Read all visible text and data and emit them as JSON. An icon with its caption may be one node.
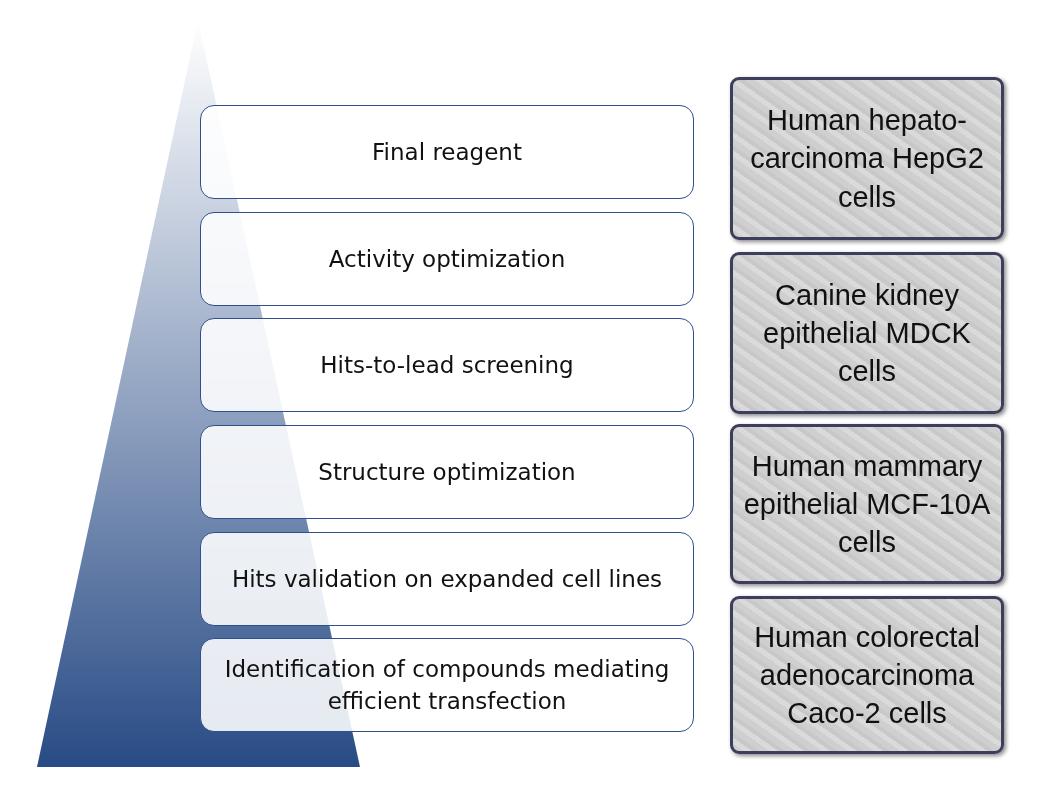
{
  "diagram": {
    "nodes": [
      {
        "text": [
          "Final reagent"
        ]
      },
      {
        "text": [
          "Activity optimization"
        ]
      },
      {
        "text": [
          "Hits-to-lead screening"
        ]
      },
      {
        "text": [
          "Structure optimization"
        ]
      },
      {
        "text": [
          "Hits validation on expanded cell lines"
        ]
      },
      {
        "text": [
          "Identification of compounds mediating efficient transfection"
        ]
      },
      {
        "text": [
          "Human hepato-carcinoma HepG2 cells"
        ]
      },
      {
        "text": [
          "Canine kidney epithelial MDCK cells"
        ]
      },
      {
        "text": [
          "Human mammary epithelial MCF-10A cells"
        ]
      },
      {
        "text": [
          "Human colorectal adenocarcinoma Caco-2 cells"
        ]
      }
    ]
  }
}
